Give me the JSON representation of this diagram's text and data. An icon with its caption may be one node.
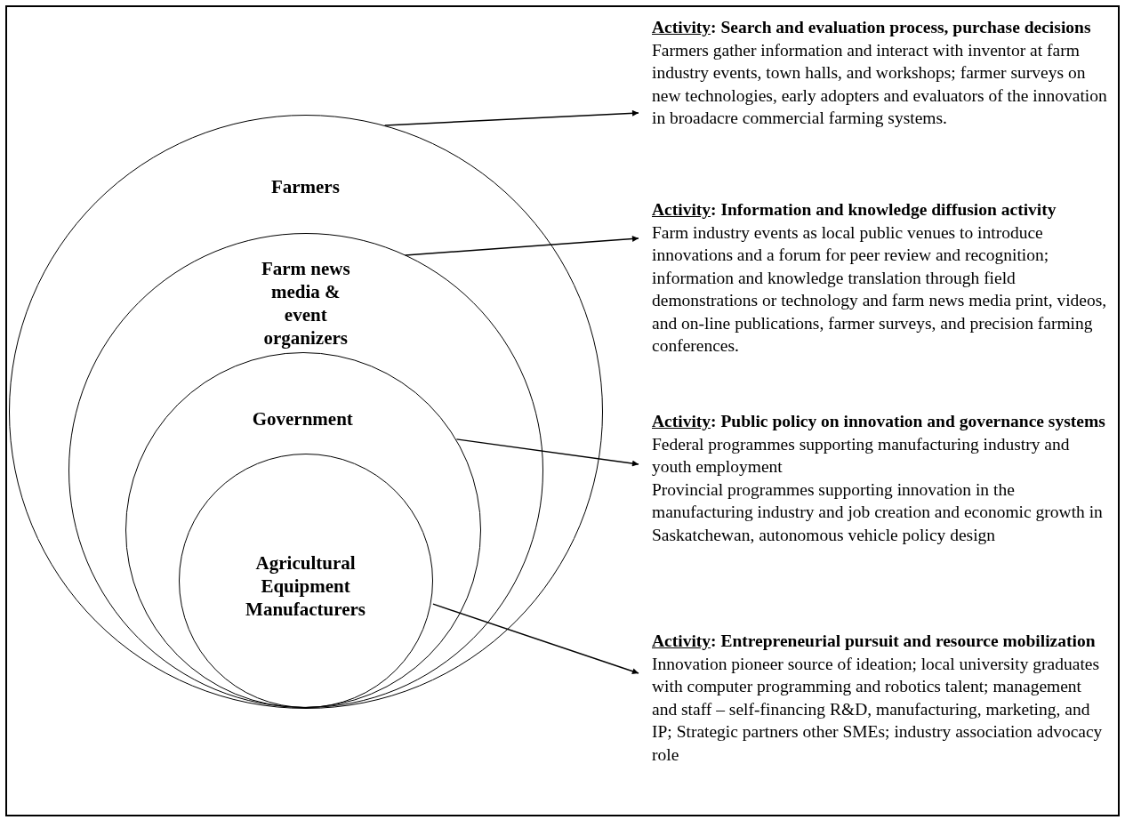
{
  "diagram": {
    "nodes": [
      {
        "text": [
          "Farmers"
        ]
      },
      {
        "text": [
          "Farm news media & event organizers"
        ],
        "in": 0
      },
      {
        "text": [
          "Government"
        ],
        "in": 1
      },
      {
        "text": [
          "Agricultural Equipment Manufacturers"
        ],
        "in": 2
      },
      {
        "text": [
          "Activity: Search and evaluation process, purchase decisions",
          "Farmers gather information and interact with inventor at farm industry events, town halls, and workshops; farmer surveys on new technologies, early adopters and evaluators of the innovation in broadacre commercial farming systems."
        ]
      },
      {
        "text": [
          "Activity: Information and knowledge diffusion activity",
          "Farm industry events as local public venues to introduce innovations and a forum for peer review and recognition; information and knowledge translation through field demonstrations or technology and farm news media print, videos, and on-line publications, farmer surveys, and precision farming conferences."
        ]
      },
      {
        "text": [
          "Activity: Public policy on innovation and governance systems",
          "Federal programmes supporting manufacturing industry and youth employment",
          "Provincial programmes supporting innovation in the manufacturing industry and job creation and economic growth in Saskatchewan, autonomous vehicle policy design"
        ]
      },
      {
        "text": [
          "Activity: Entrepreneurial pursuit and resource mobilization",
          "Innovation pioneer source of ideation; local university graduates with computer programming and robotics talent; management and staff – self-financing R&D, manufacturing, marketing, and IP; Strategic partners other SMEs; industry association advocacy role"
        ]
      }
    ],
    "edges": [
      {
        "from": 0,
        "to": 4,
        "arrow": "to"
      },
      {
        "from": 1,
        "to": 5,
        "arrow": "to"
      },
      {
        "from": 2,
        "to": 6,
        "arrow": "to"
      },
      {
        "from": 3,
        "to": 7,
        "arrow": "to"
      }
    ]
  }
}
